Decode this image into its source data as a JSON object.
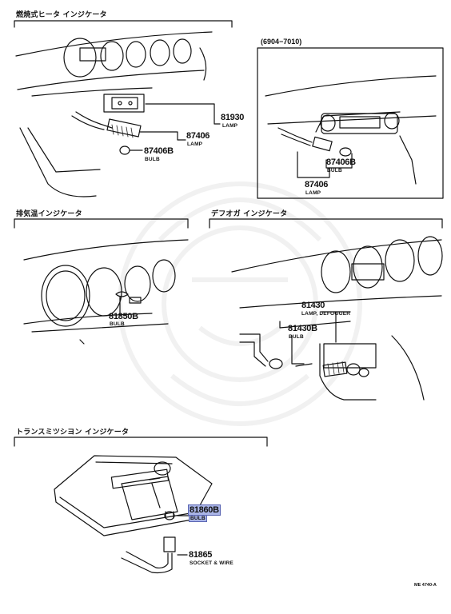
{
  "sections": {
    "heater": {
      "title": "燃焼式ヒータ インジケータ"
    },
    "inset": {
      "title": "(6904−7010)"
    },
    "exhaust": {
      "title": "排気温インジケータ"
    },
    "defog": {
      "title": "デフオガ インジケータ"
    },
    "trans": {
      "title": "トランスミツシヨン インジケータ"
    }
  },
  "parts": {
    "p81930": {
      "number": "81930",
      "desc": "LAMP"
    },
    "p87406": {
      "number": "87406",
      "desc": "LAMP"
    },
    "p87406B": {
      "number": "87406B",
      "desc": "BULB"
    },
    "p87406B_inset": {
      "number": "87406B",
      "desc": "BULB"
    },
    "p87406_inset": {
      "number": "87406",
      "desc": "LAMP"
    },
    "p81850B": {
      "number": "81850B",
      "desc": "BULB"
    },
    "p81430": {
      "number": "81430",
      "desc": "LAMP, DEFOGGER"
    },
    "p81430B": {
      "number": "81430B",
      "desc": "BULB"
    },
    "p81860B": {
      "number": "81860B",
      "desc": "BULB",
      "highlight": "#a9b4e6"
    },
    "p81865": {
      "number": "81865",
      "desc": "SOCKET & WIRE"
    }
  },
  "footer": {
    "ref": "ME 4740-A"
  }
}
